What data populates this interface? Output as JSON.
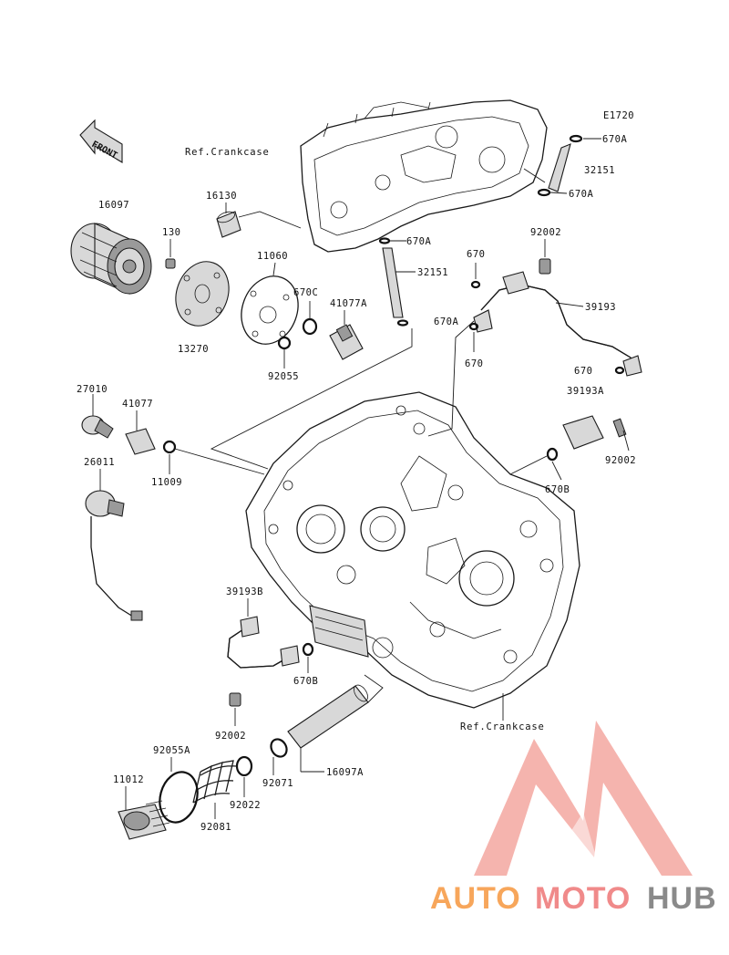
{
  "diagram_code": "E1720",
  "front_label": "FRONT",
  "ref_top": "Ref.Crankcase",
  "ref_bottom": "Ref.Crankcase",
  "parts": {
    "p16097": "16097",
    "p130": "130",
    "p16130": "16130",
    "p13270": "13270",
    "p11060": "11060",
    "p670c": "670C",
    "p41077a": "41077A",
    "p92055": "92055",
    "p670a_top1": "670A",
    "p32151_top": "32151",
    "p670a_top2": "670A",
    "p670a_mid": "670A",
    "p32151_mid": "32151",
    "p670a_mid2": "670A",
    "p670_a": "670",
    "p92002_top": "92002",
    "p39193": "39193",
    "p670_b": "670",
    "p670_c": "670",
    "p39193a": "39193A",
    "p27010": "27010",
    "p41077": "41077",
    "p11009": "11009",
    "p26011": "26011",
    "p92002_right": "92002",
    "p670b_right": "670B",
    "p39193b": "39193B",
    "p670b_left": "670B",
    "p92002_bottom": "92002",
    "p92055a": "92055A",
    "p11012": "11012",
    "p92081": "92081",
    "p92022": "92022",
    "p92071": "92071",
    "p16097a": "16097A"
  },
  "watermark": {
    "part1": "AUTO",
    "part2": "MOTO",
    "part3": "HUB",
    "color_auto": "#f7a65b",
    "color_moto": "#f08a8a",
    "color_hub": "#8a8a8a"
  }
}
